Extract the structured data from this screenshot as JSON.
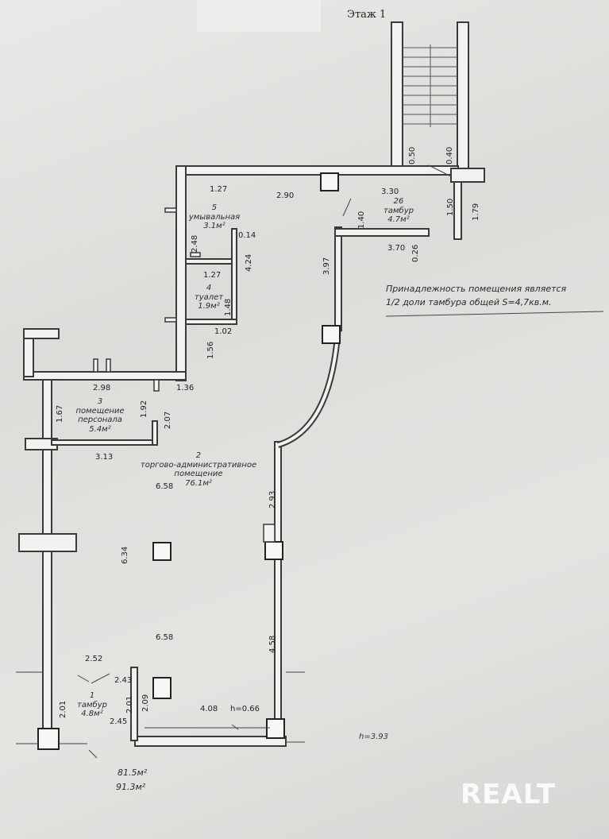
{
  "floor_title": "Этаж 1",
  "rooms": [
    {
      "number": "5",
      "name": "умывальная",
      "area": "3.1м²"
    },
    {
      "number": "4",
      "name": "туалет",
      "area": "1.9м²"
    },
    {
      "number": "26",
      "name": "тамбур",
      "area": "4.7м²"
    },
    {
      "number": "3",
      "name_line1": "помещение",
      "name_line2": "персонала",
      "area": "5.4м²"
    },
    {
      "number": "2",
      "name_line1": "торгово-административное",
      "name_line2": "помещение",
      "area": "76.1м²"
    },
    {
      "number": "1",
      "name": "тамбур",
      "area": "4.8м²"
    }
  ],
  "note_line1": "Принадлежность помещения        является",
  "note_line2": "1/2 доли тамбура общей S=4,7кв.м.",
  "dimensions": {
    "d127a": "1.27",
    "d290": "2.90",
    "d330": "3.30",
    "d050": "0.50",
    "d040": "0.40",
    "d150": "1.50",
    "d179": "1.79",
    "d140": "1.40",
    "d370": "3.70",
    "d026": "0.26",
    "d248": "2.48",
    "d014": "0.14",
    "d424": "4.24",
    "d397": "3.97",
    "d127b": "1.27",
    "d148": "1.48",
    "d102": "1.02",
    "d156": "1.56",
    "d298": "2.98",
    "d136": "1.36",
    "d167": "1.67",
    "d192": "1.92",
    "d207": "2.07",
    "d313": "3.13",
    "d658a": "6.58",
    "d293": "2.93",
    "d634": "6.34",
    "d658b": "6.58",
    "d458": "4.58",
    "d252": "2.52",
    "d243": "2.43",
    "d201a": "2.01",
    "d201b": "2.01",
    "d209": "2.09",
    "d245": "2.45",
    "d408": "4.08",
    "h066": "h=0.66"
  },
  "height_total": "h=3.93",
  "total_area_1": "81.5м²",
  "total_area_2": "91.3м²",
  "watermark": "REALT",
  "colors": {
    "wall": "#3a3a3a",
    "wall_fill": "#f4f4f2",
    "ink": "#2b2b2b"
  }
}
